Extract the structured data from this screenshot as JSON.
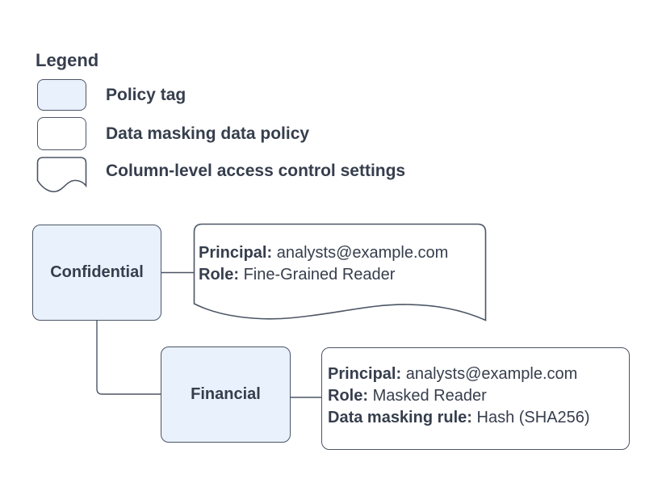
{
  "colors": {
    "policy_tag_fill": "#e9f1fc",
    "shape_fill": "#ffffff",
    "stroke": "#4c5565",
    "text": "#363e4d",
    "background": "#ffffff"
  },
  "legend": {
    "title": "Legend",
    "items": [
      {
        "swatch": "policy-tag-swatch",
        "label": "Policy tag"
      },
      {
        "swatch": "data-masking-policy-swatch",
        "label": "Data masking data policy"
      },
      {
        "swatch": "document-swatch",
        "label": "Column-level access control settings"
      }
    ]
  },
  "nodes": {
    "confidential": "Confidential",
    "financial": "Financial"
  },
  "cards": {
    "access_control": {
      "principal_label": "Principal:",
      "principal_value": "analysts@example.com",
      "role_label": "Role:",
      "role_value": "Fine-Grained Reader"
    },
    "masking_policy": {
      "principal_label": "Principal:",
      "principal_value": "analysts@example.com",
      "role_label": "Role:",
      "role_value": "Masked Reader",
      "rule_label": "Data masking rule:",
      "rule_value": "Hash (SHA256)"
    }
  }
}
